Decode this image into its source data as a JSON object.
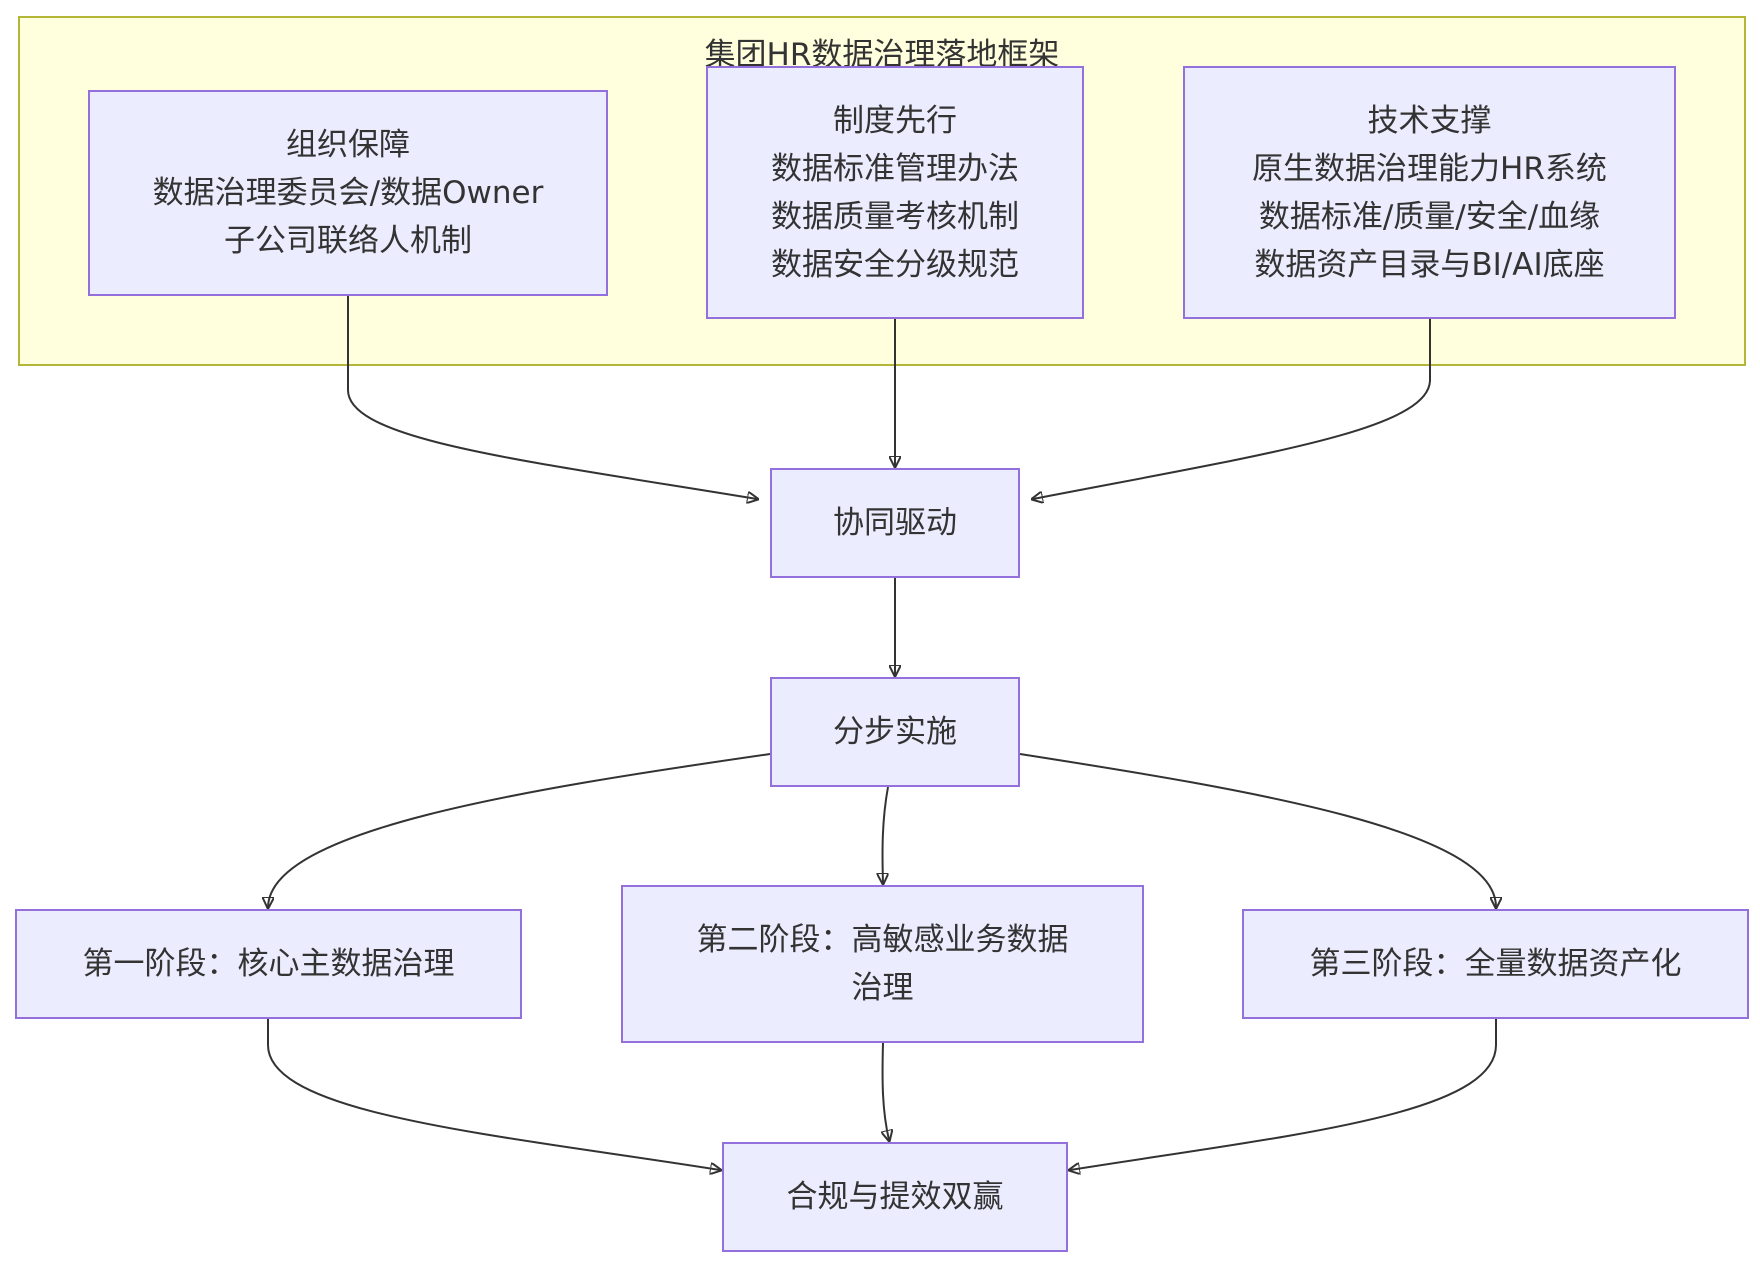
{
  "cluster": {
    "title": "集团HR数据治理落地框架"
  },
  "nodes": {
    "org": {
      "lines": [
        "组织保障",
        "数据治理委员会/数据Owner",
        "子公司联络人机制"
      ]
    },
    "system": {
      "lines": [
        "制度先行",
        "数据标准管理办法",
        "数据质量考核机制",
        "数据安全分级规范"
      ]
    },
    "tech": {
      "lines": [
        "技术支撑",
        "原生数据治理能力HR系统",
        "数据标准/质量/安全/血缘",
        "数据资产目录与BI/AI底座"
      ]
    },
    "sync": {
      "label": "协同驱动"
    },
    "step": {
      "label": "分步实施"
    },
    "phase1": {
      "label": "第一阶段：核心主数据治理"
    },
    "phase2": {
      "lines": [
        "第二阶段：高敏感业务数据",
        "治理"
      ]
    },
    "phase3": {
      "label": "第三阶段：全量数据资产化"
    },
    "goal": {
      "label": "合规与提效双赢"
    }
  },
  "edges": [
    {
      "from": "org",
      "to": "sync"
    },
    {
      "from": "system",
      "to": "sync"
    },
    {
      "from": "tech",
      "to": "sync"
    },
    {
      "from": "sync",
      "to": "step"
    },
    {
      "from": "step",
      "to": "phase1"
    },
    {
      "from": "step",
      "to": "phase2"
    },
    {
      "from": "step",
      "to": "phase3"
    },
    {
      "from": "phase1",
      "to": "goal"
    },
    {
      "from": "phase2",
      "to": "goal"
    },
    {
      "from": "phase3",
      "to": "goal"
    }
  ],
  "colors": {
    "cluster_fill": "#ffffde",
    "cluster_stroke": "#b5b538",
    "node_fill": "#ececff",
    "node_stroke": "#9370db",
    "edge": "#333333",
    "text": "#333333"
  }
}
